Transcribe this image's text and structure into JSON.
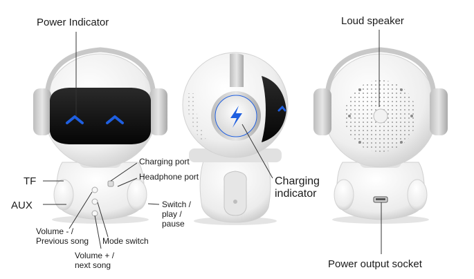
{
  "labels": {
    "power_indicator": "Power Indicator",
    "loud_speaker": "Loud speaker",
    "charging_port": "Charging port",
    "headphone_port": "Headphone port",
    "tf": "TF",
    "aux": "AUX",
    "charging_indicator_line1": "Charging",
    "charging_indicator_line2": "indicator",
    "switch_line1": "Switch /",
    "switch_line2": "play /",
    "switch_line3": "pause",
    "volume_minus_line1": "Volume - /",
    "volume_minus_line2": "Previous song",
    "mode_switch": "Mode switch",
    "volume_plus_line1": "Volume + /",
    "volume_plus_line2": "next song",
    "power_output_socket": "Power output socket"
  },
  "colors": {
    "accent_blue": "#1f5fe0",
    "body_white": "#f4f4f4",
    "shadow_grey": "#cfcfcf",
    "visor_black": "#0d0d0d",
    "leader_line": "#333333"
  },
  "icons": {
    "charging_badge": "lightning-bolt-icon"
  }
}
